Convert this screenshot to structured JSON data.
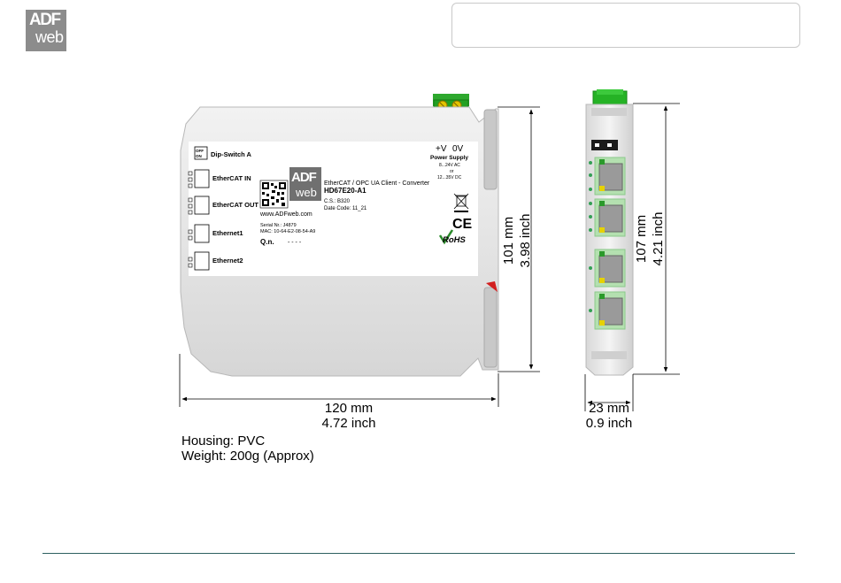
{
  "logo": {
    "top": "ADF",
    "bottom": "web"
  },
  "front_label": {
    "dip_switch": "Dip-Switch A",
    "dip_code_1": "OFF",
    "dip_code_2": "ON",
    "ethercat_in": "EtherCAT IN",
    "ethercat_out": "EtherCAT OUT",
    "ethernet1": "Ethernet1",
    "ethernet2": "Ethernet2",
    "supply_v": "+V",
    "supply_0v": "0V",
    "power_supply": "Power Supply",
    "supply_ac": "8...24V AC",
    "supply_or": "or",
    "supply_dc": "12...35V DC",
    "brand_top": "ADF",
    "brand_bottom": "web",
    "product_desc": "EtherCAT / OPC UA Client - Converter",
    "product_code": "HD67E20-A1",
    "cs": "C.S.: B320",
    "date_code": "Date Code: 11_21",
    "website": "www.ADFweb.com",
    "serial": "Serial Nr.: J4879",
    "mac": "MAC: 10-64-E2-08-54-A9",
    "qn_label": "Q.n.",
    "qn_value": "- - - -",
    "ce": "CE",
    "rohs": "RoHS"
  },
  "dimensions": {
    "height_front_mm": "101 mm",
    "height_front_inch": "3.98  inch",
    "height_side_mm": "107 mm",
    "height_side_inch": "4.21 inch",
    "width_mm": "120 mm",
    "width_inch": "4.72 inch",
    "depth_mm": "23 mm",
    "depth_inch": "0.9 inch"
  },
  "specs": {
    "housing": "Housing: PVC",
    "weight": "Weight: 200g (Approx)"
  },
  "colors": {
    "connector_green": "#1fa31f",
    "port_green": "#a6d9a0",
    "led_green": "#22a050",
    "led_yellow": "#e8d400",
    "footer_line": "#2d6060"
  }
}
